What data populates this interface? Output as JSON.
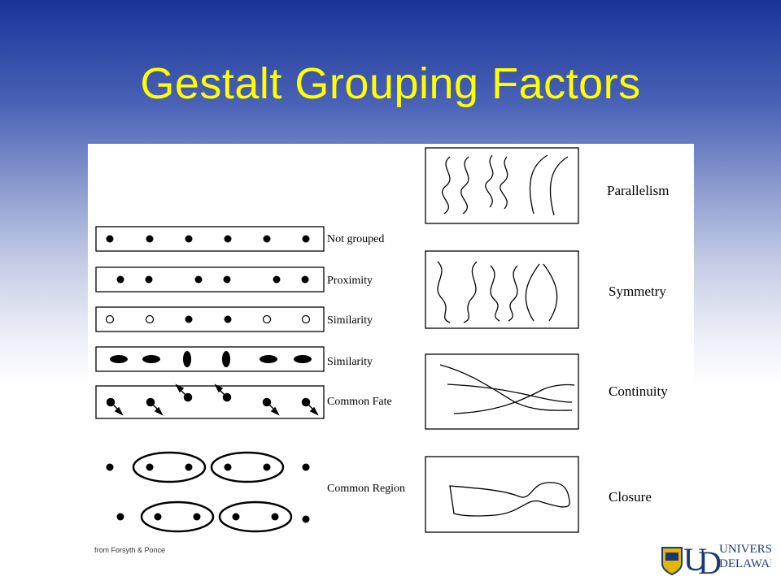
{
  "slide": {
    "title": "Gestalt Grouping Factors",
    "credit": "from Forsyth & Ponce"
  },
  "figure": {
    "left_rows": [
      {
        "label": "Not grouped"
      },
      {
        "label": "Proximity"
      },
      {
        "label": "Similarity"
      },
      {
        "label": "Similarity"
      },
      {
        "label": "Common Fate"
      },
      {
        "label": "Common Region"
      }
    ],
    "right_panels": [
      {
        "label": "Parallelism"
      },
      {
        "label": "Symmetry"
      },
      {
        "label": "Continuity"
      },
      {
        "label": "Closure"
      }
    ]
  },
  "logo": {
    "line1": "UNIVERSITY OF",
    "line2": "DELAWARE",
    "colors": {
      "blue": "#1b3a73",
      "gold": "#e3b505"
    }
  }
}
